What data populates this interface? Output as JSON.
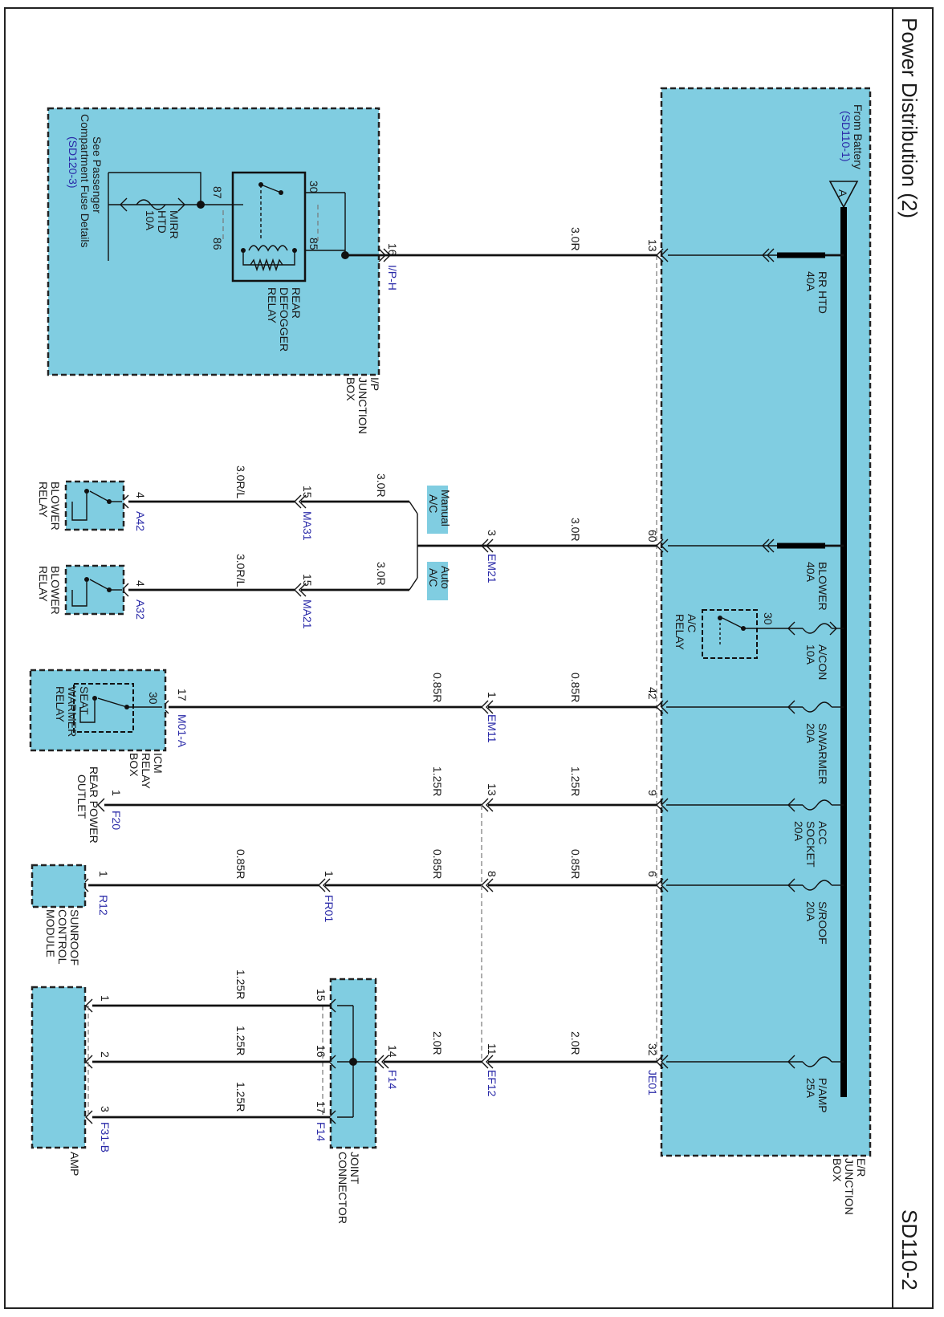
{
  "page": {
    "title": "Power Distribution (2)",
    "sheet_id": "SD110-2"
  },
  "colors": {
    "box_fill": "#80cde1",
    "link_text": "#2a2aa8",
    "wire": "#111111"
  },
  "er_box": {
    "name": "E/R JUNCTION BOX",
    "name_lines": [
      "E/R",
      "JUNCTION",
      "BOX"
    ],
    "from_battery": "From Battery",
    "from_battery_ref": "(SD110-1)",
    "bus_label": "A",
    "fuses": [
      {
        "name": "RR HTD",
        "rating": "40A"
      },
      {
        "name": "BLOWER",
        "rating": "40A"
      },
      {
        "name": "A/CON",
        "rating": "10A"
      },
      {
        "name": "S/WARMER",
        "rating": "20A"
      },
      {
        "name": "ACC SOCKET",
        "name_lines": [
          "ACC",
          "SOCKET"
        ],
        "rating": "20A"
      },
      {
        "name": "S/ROOF",
        "rating": "20A"
      },
      {
        "name": "P/AMP",
        "rating": "25A"
      }
    ],
    "ac_relay": {
      "name_lines": [
        "A/C",
        "RELAY"
      ],
      "pin": "30"
    },
    "pins": [
      "13",
      "60",
      "42",
      "9",
      "6",
      "32"
    ],
    "connector_je01": "JE01"
  },
  "ip_box": {
    "name_lines": [
      "I/P",
      "JUNCTION",
      "BOX"
    ],
    "see_text_lines": [
      "See Passenger",
      "Compartment Fuse Details"
    ],
    "see_ref": "(SD120-3)",
    "fuse_name_lines": [
      "MIRR",
      "HTD"
    ],
    "fuse_rating": "10A",
    "relay_name_lines": [
      "REAR",
      "DEFOGGER",
      "RELAY"
    ],
    "relay_pins": [
      "87",
      "30",
      "86",
      "85"
    ],
    "input_pin": "16",
    "connector": "I/P-H"
  },
  "wires": {
    "w1": "3.0R",
    "w2": "3.0R",
    "w2b": "3.0R",
    "w2c": "3.0R",
    "w2d": "3.0R/L",
    "w2e": "3.0R/L",
    "w3a": "0.85R",
    "w3b": "0.85R",
    "w4a": "1.25R",
    "w4b": "1.25R",
    "w5a": "0.85R",
    "w5b": "0.85R",
    "w5c": "0.85R",
    "w6a": "2.0R",
    "w6b": "2.0R",
    "w7a": "1.25R",
    "w7b": "1.25R",
    "w7c": "1.25R"
  },
  "connectors": {
    "em21": {
      "pin": "3",
      "name": "EM21"
    },
    "ma31": {
      "pin": "15",
      "name": "MA31"
    },
    "ma21": {
      "pin": "15",
      "name": "MA21"
    },
    "a42": {
      "pin": "4",
      "name": "A42"
    },
    "a32": {
      "pin": "4",
      "name": "A32"
    },
    "em11": {
      "pin": "1",
      "name": "EM11"
    },
    "m01a": {
      "pin": "17",
      "name": "M01-A"
    },
    "f20": {
      "pin": "1",
      "name": "F20"
    },
    "c13": {
      "pin": "13"
    },
    "c8": {
      "pin": "8"
    },
    "fr01": {
      "pin": "1",
      "name": "FR01"
    },
    "r12": {
      "pin": "1",
      "name": "R12"
    },
    "ef12": {
      "pin": "11",
      "name": "EF12"
    },
    "f14": {
      "pin": "14",
      "name": "F14"
    },
    "f14b": {
      "name": "F14"
    },
    "jc_pins": [
      "15",
      "16",
      "17"
    ],
    "amp_pins": [
      "1",
      "2",
      "3"
    ],
    "f31b": {
      "name": "F31-B"
    }
  },
  "options": {
    "manual_lines": [
      "Manual",
      "A/C"
    ],
    "auto_lines": [
      "Auto",
      "A/C"
    ]
  },
  "components": {
    "blower_relay_lines": [
      "BLOWER",
      "RELAY"
    ],
    "icm_relay_box_lines": [
      "ICM",
      "RELAY",
      "BOX"
    ],
    "seat_warmer_relay_lines": [
      "SEAT",
      "WARMER",
      "RELAY"
    ],
    "seat_warmer_pin": "30",
    "rear_power_outlet_lines": [
      "REAR POWER",
      "OUTLET"
    ],
    "sunroof_module_lines": [
      "SUNROOF",
      "CONTROL",
      "MODULE"
    ],
    "joint_connector_lines": [
      "JOINT",
      "CONNECTOR"
    ],
    "amp": "AMP"
  }
}
